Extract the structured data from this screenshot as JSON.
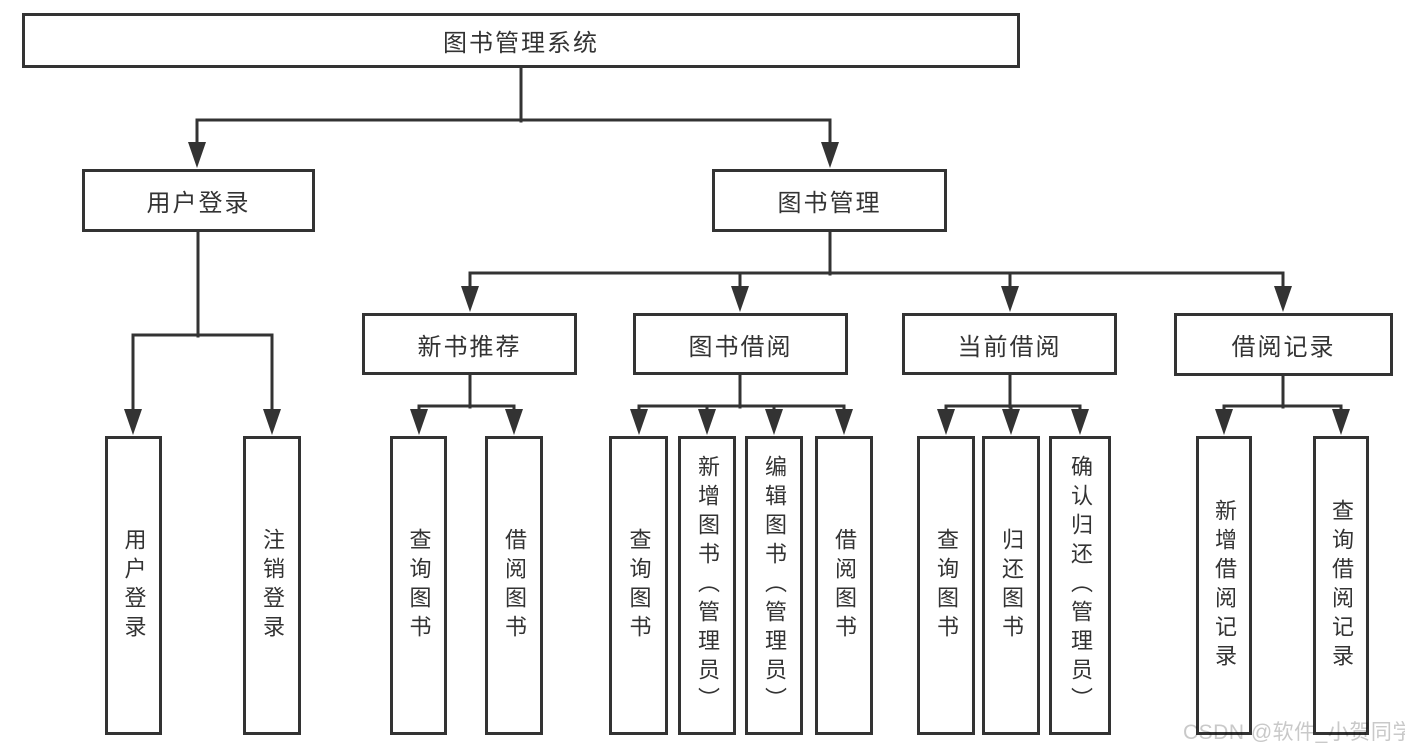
{
  "diagram": {
    "type": "hierarchy-tree",
    "tree": {
      "root": {
        "label": "图书管理系统",
        "children": [
          {
            "label": "用户登录",
            "children": [
              {
                "label": "用户登录"
              },
              {
                "label": "注销登录"
              }
            ]
          },
          {
            "label": "图书管理",
            "children": [
              {
                "label": "新书推荐",
                "children": [
                  {
                    "label": "查询图书"
                  },
                  {
                    "label": "借阅图书"
                  }
                ]
              },
              {
                "label": "图书借阅",
                "children": [
                  {
                    "label": "查询图书"
                  },
                  {
                    "label": "新增图书（管理员）"
                  },
                  {
                    "label": "编辑图书（管理员）"
                  },
                  {
                    "label": "借阅图书"
                  }
                ]
              },
              {
                "label": "当前借阅",
                "children": [
                  {
                    "label": "查询图书"
                  },
                  {
                    "label": "归还图书"
                  },
                  {
                    "label": "确认归还（管理员）"
                  }
                ]
              },
              {
                "label": "借阅记录",
                "children": [
                  {
                    "label": "新增借阅记录"
                  },
                  {
                    "label": "查询借阅记录"
                  }
                ]
              }
            ]
          }
        ]
      }
    },
    "colors": {
      "line": "#333333",
      "text": "#333333",
      "node_background": "#ffffff",
      "page_background": "#ffffff"
    }
  },
  "watermark": {
    "text": "CSDN @软件_小贺同学",
    "color": "#c9c9c9"
  }
}
